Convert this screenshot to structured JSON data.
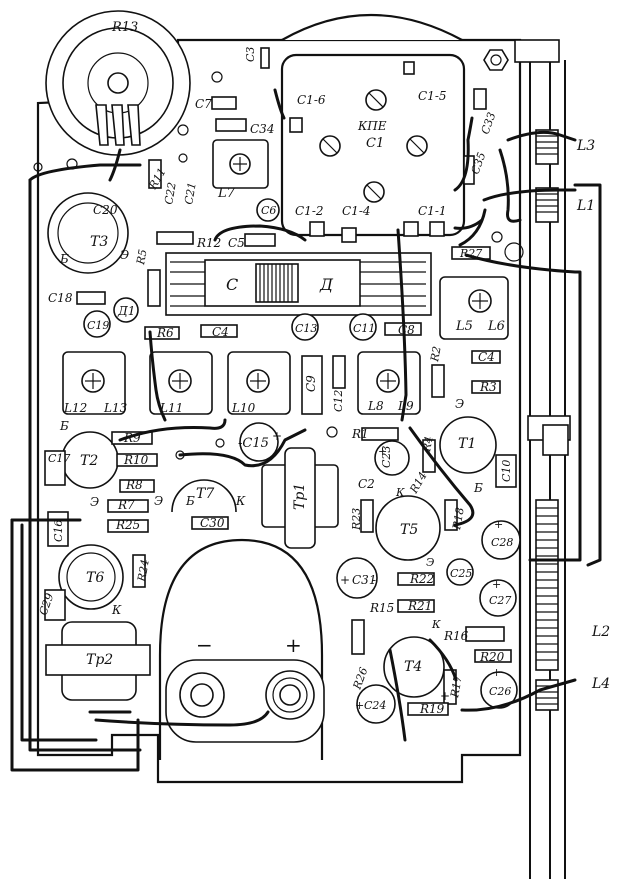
{
  "labels": {
    "R13": "R13",
    "C3": "C3",
    "C1_6": "C1-6",
    "C1_5": "C1-5",
    "KPE": "КПЕ",
    "C1": "C1",
    "C7": "C7",
    "C34": "C34",
    "C33": "C33",
    "C35": "C35",
    "L3": "L3",
    "L1": "L1",
    "L7": "L7",
    "R11": "R11",
    "C22": "C22",
    "C21": "C21",
    "C20": "C20",
    "T3": "T3",
    "B_T3": "Б",
    "E_T3": "Э",
    "C6": "C6",
    "C1_2": "C1-2",
    "C1_4": "C1-4",
    "C1_1": "C1-1",
    "R12": "R12",
    "C5": "C5",
    "R5": "R5",
    "R27": "R27",
    "C_filter": "С",
    "D_filter": "Д",
    "C18": "C18",
    "D1": "Д1",
    "C19": "C19",
    "R6": "R6",
    "C4_top": "C4",
    "C13": "C13",
    "C11": "C11",
    "C8": "C8",
    "L5": "L5",
    "L6": "L6",
    "R2": "R2",
    "C4_right": "C4",
    "R3": "R3",
    "C9": "C9",
    "C12": "C12",
    "L12": "L12",
    "L13": "L13",
    "L11": "L11",
    "L10": "L10",
    "L8": "L8",
    "L9": "L9",
    "B_T2": "Б",
    "R9": "R9",
    "C17": "C17",
    "T2": "T2",
    "R10": "R10",
    "C15": "-C15",
    "plus_C15": "+",
    "R1": "R1",
    "C23": "C23",
    "E_T1": "Э",
    "R4": "R4",
    "T1": "T1",
    "B_T1": "Б",
    "C10": "C10",
    "R8": "R8",
    "E_T2": "Э",
    "R7": "R7",
    "R25": "R25",
    "C16": "C16",
    "E_T7": "Э",
    "B_T7": "Б",
    "T7": "T7",
    "K_T7": "К",
    "C30": "C30",
    "Tp1": "Tp1",
    "C2": "C2",
    "K_T5": "К",
    "R14": "R14",
    "R23": "R23",
    "T5": "T5",
    "R18": "R18",
    "E_T5": "Э",
    "C28": "C28",
    "T6": "T6",
    "R24": "R24",
    "C29": "C29",
    "K_T6": "К",
    "C31": "C31",
    "R22": "R22",
    "C25": "C25",
    "C27": "C27",
    "R21": "R21",
    "R15": "R15",
    "K_T4": "К",
    "R16": "R16",
    "L2": "L2",
    "Tp2": "Tp2",
    "minus": "−",
    "plus": "+",
    "R26": "R26",
    "T4": "T4",
    "R20": "R20",
    "R17": "R17",
    "C26": "C26",
    "L4": "L4",
    "C24": "C24",
    "R19": "R19",
    "plus_C24": "+",
    "plus_C26": "+",
    "plus_C28": "+",
    "plus_C27": "+",
    "plus_C31": "+",
    "minus_C31": "-",
    "plus_C23": "+",
    "plus_R19": "+"
  }
}
